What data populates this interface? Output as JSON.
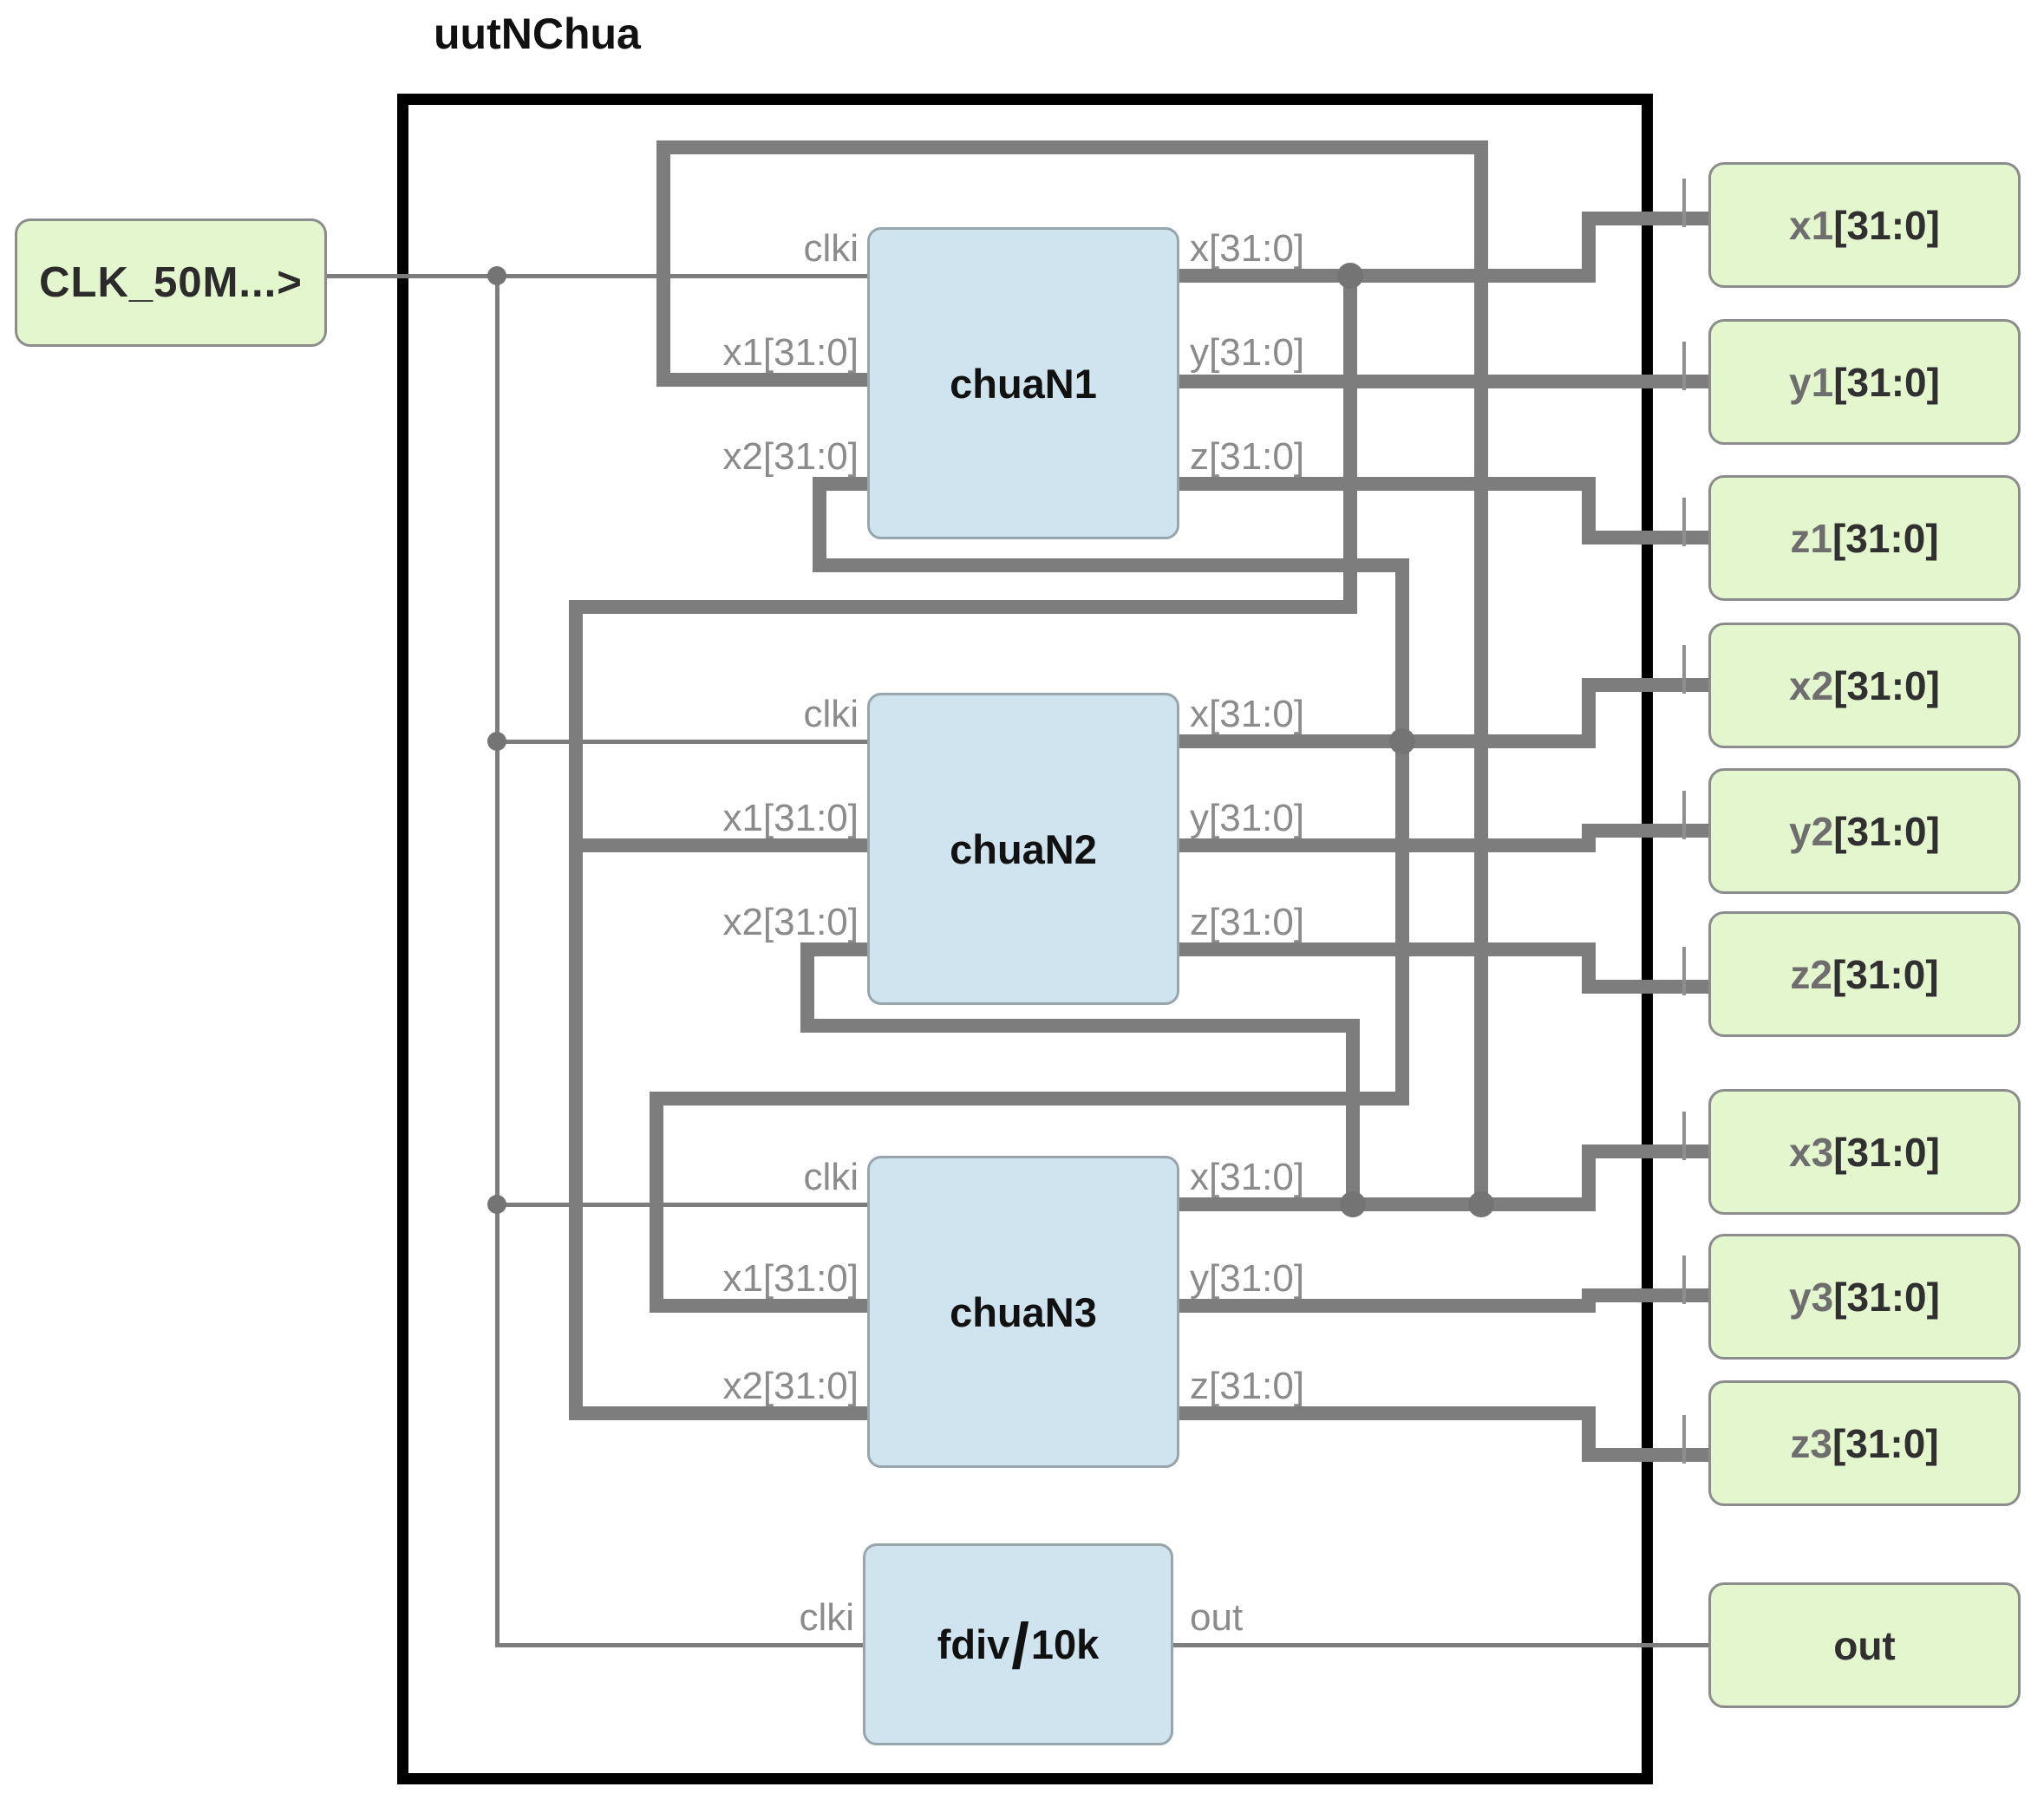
{
  "title": "uutNChua",
  "input_block": {
    "label": "CLK_50M...>"
  },
  "modules": [
    {
      "name": "chuaN1",
      "ports_left": [
        "clki",
        "x1[31:0]",
        "x2[31:0]"
      ],
      "ports_right": [
        "x[31:0]",
        "y[31:0]",
        "z[31:0]"
      ]
    },
    {
      "name": "chuaN2",
      "ports_left": [
        "clki",
        "x1[31:0]",
        "x2[31:0]"
      ],
      "ports_right": [
        "x[31:0]",
        "y[31:0]",
        "z[31:0]"
      ]
    },
    {
      "name": "chuaN3",
      "ports_left": [
        "clki",
        "x1[31:0]",
        "x2[31:0]"
      ],
      "ports_right": [
        "x[31:0]",
        "y[31:0]",
        "z[31:0]"
      ]
    },
    {
      "name_prefix": "fdiv",
      "name_slash": "/",
      "name_suffix": "10k",
      "ports_left": [
        "clki"
      ],
      "ports_right": [
        "out"
      ]
    }
  ],
  "outputs": [
    {
      "name": "x1",
      "range": "[31:0]"
    },
    {
      "name": "y1",
      "range": "[31:0]"
    },
    {
      "name": "z1",
      "range": "[31:0]"
    },
    {
      "name": "x2",
      "range": "[31:0]"
    },
    {
      "name": "y2",
      "range": "[31:0]"
    },
    {
      "name": "z2",
      "range": "[31:0]"
    },
    {
      "name": "x3",
      "range": "[31:0]"
    },
    {
      "name": "y3",
      "range": "[31:0]"
    },
    {
      "name": "z3",
      "range": "[31:0]"
    }
  ],
  "out_block": {
    "label": "out"
  },
  "colors": {
    "io_fill": "#e3f6cd",
    "io_border": "#8c8c8c",
    "module_fill": "#cfe4ee",
    "module_border": "#97a5ac",
    "wire": "#7d7d7d",
    "box_border": "#000000",
    "port_label": "#8b8b8b",
    "label_dark": "#303030",
    "label_gray": "#6e6e6e"
  },
  "wires": {
    "thick": [
      [
        1360,
        318,
        1832,
        318
      ],
      [
        1832,
        252,
        1832,
        318
      ],
      [
        1832,
        252,
        1970,
        252
      ],
      [
        1557,
        318,
        1557,
        700
      ],
      [
        664,
        700,
        1557,
        700
      ],
      [
        664,
        700,
        664,
        1630
      ],
      [
        664,
        975,
        1000,
        975
      ],
      [
        664,
        1630,
        1000,
        1630
      ],
      [
        1360,
        855,
        1832,
        855
      ],
      [
        1832,
        790,
        1832,
        855
      ],
      [
        1832,
        790,
        1970,
        790
      ],
      [
        1617,
        652,
        1617,
        1267
      ],
      [
        945,
        652,
        1617,
        652
      ],
      [
        945,
        558,
        945,
        652
      ],
      [
        945,
        558,
        1000,
        558
      ],
      [
        757,
        1267,
        1617,
        1267
      ],
      [
        757,
        1267,
        757,
        1506
      ],
      [
        757,
        1506,
        1000,
        1506
      ],
      [
        1360,
        1389,
        1832,
        1389
      ],
      [
        1832,
        1328,
        1832,
        1389
      ],
      [
        1832,
        1328,
        1970,
        1328
      ],
      [
        1708,
        170,
        1708,
        1389
      ],
      [
        765,
        170,
        1708,
        170
      ],
      [
        765,
        170,
        765,
        438
      ],
      [
        765,
        438,
        1000,
        438
      ],
      [
        1560,
        1183,
        1560,
        1389
      ],
      [
        931,
        1183,
        1560,
        1183
      ],
      [
        931,
        1095,
        931,
        1183
      ],
      [
        931,
        1095,
        1000,
        1095
      ],
      [
        1360,
        440,
        1970,
        440
      ],
      [
        1360,
        558,
        1832,
        558
      ],
      [
        1832,
        558,
        1832,
        620
      ],
      [
        1832,
        620,
        1970,
        620
      ],
      [
        1360,
        975,
        1832,
        975
      ],
      [
        1832,
        958,
        1832,
        975
      ],
      [
        1832,
        958,
        1970,
        958
      ],
      [
        1360,
        1095,
        1832,
        1095
      ],
      [
        1832,
        1095,
        1832,
        1138
      ],
      [
        1832,
        1138,
        1970,
        1138
      ],
      [
        1360,
        1506,
        1832,
        1506
      ],
      [
        1832,
        1494,
        1832,
        1506
      ],
      [
        1832,
        1494,
        1970,
        1494
      ],
      [
        1360,
        1630,
        1832,
        1630
      ],
      [
        1832,
        1630,
        1832,
        1678
      ],
      [
        1832,
        1678,
        1970,
        1678
      ]
    ],
    "thin": [
      [
        377,
        318,
        1000,
        318
      ],
      [
        573,
        318,
        573,
        1897
      ],
      [
        573,
        855,
        1000,
        855
      ],
      [
        573,
        1389,
        1000,
        1389
      ],
      [
        573,
        1897,
        995,
        1897
      ],
      [
        1353,
        1897,
        1970,
        1897
      ]
    ]
  },
  "dots": {
    "thick": [
      [
        1557,
        318
      ],
      [
        1617,
        855
      ],
      [
        1560,
        1389
      ],
      [
        1708,
        1389
      ]
    ],
    "thin": [
      [
        573,
        318
      ],
      [
        573,
        855
      ],
      [
        573,
        1389
      ]
    ]
  },
  "ticks": [
    252,
    440,
    620,
    790,
    958,
    1138,
    1328,
    1494,
    1678
  ]
}
